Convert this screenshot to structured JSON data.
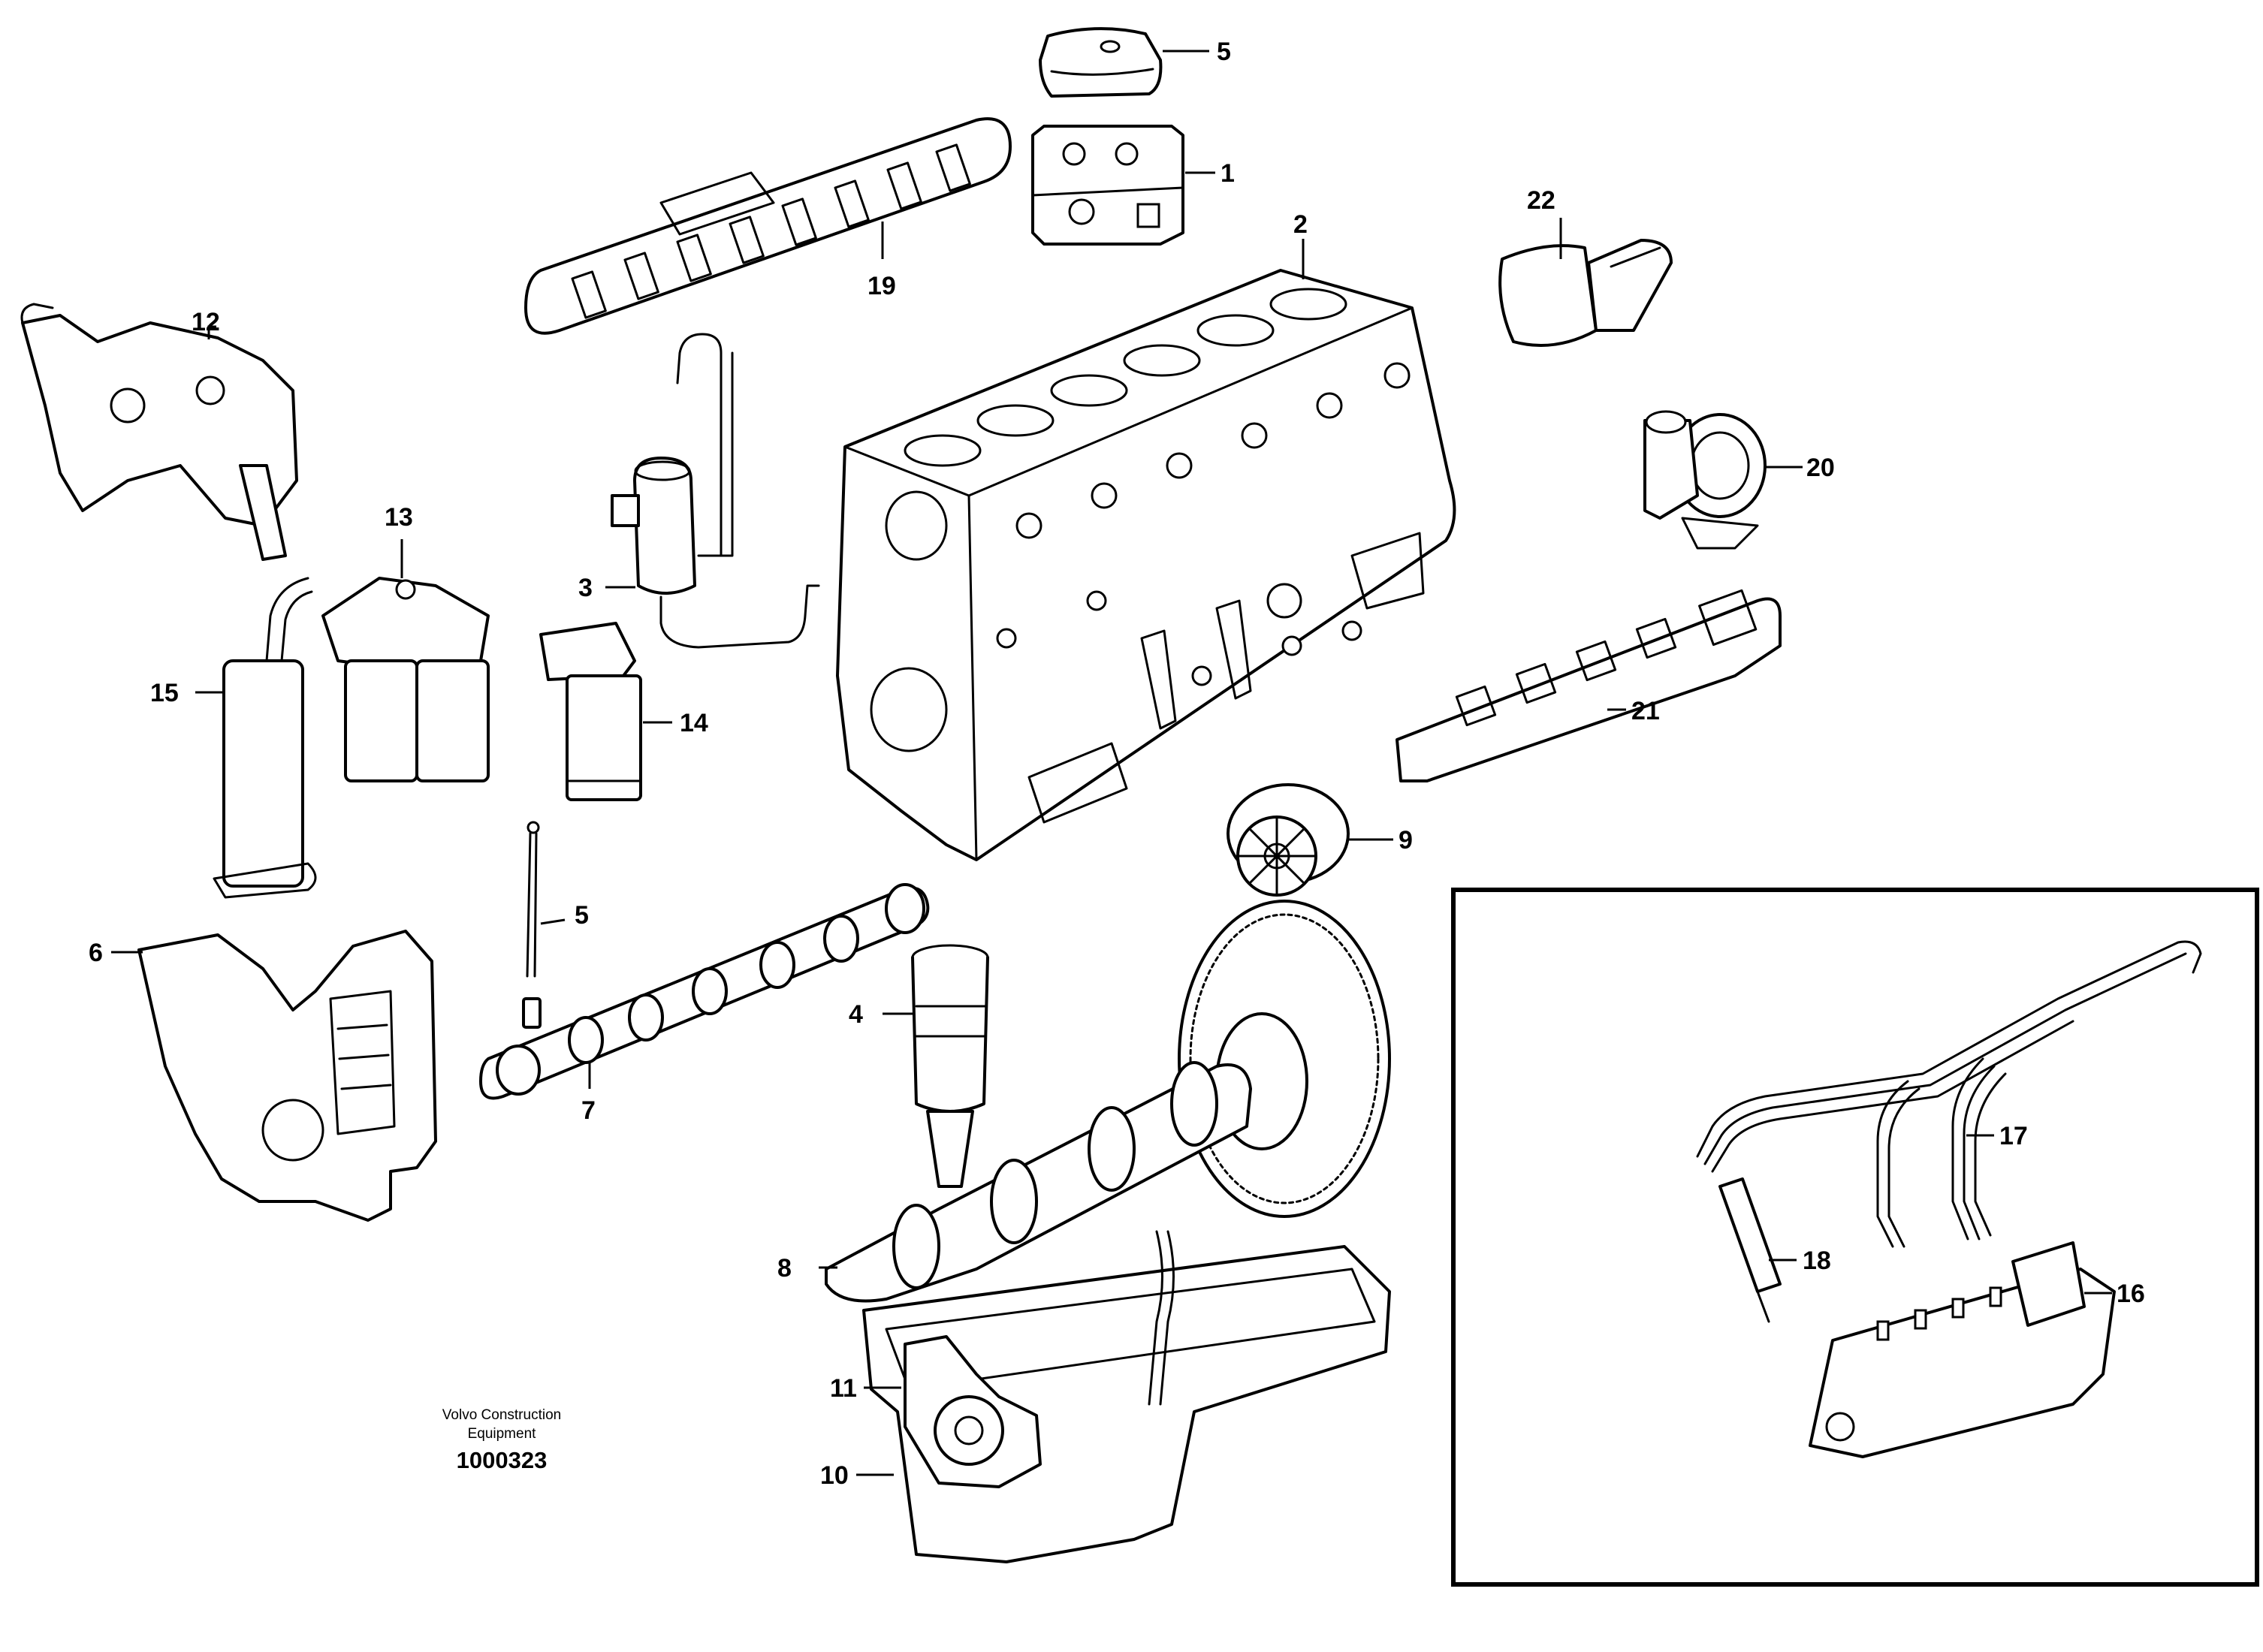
{
  "callouts": {
    "c1": "1",
    "c2": "2",
    "c3": "3",
    "c4": "4",
    "c5a": "5",
    "c5b": "5",
    "c6": "6",
    "c7": "7",
    "c8": "8",
    "c9": "9",
    "c10": "10",
    "c11": "11",
    "c12": "12",
    "c13": "13",
    "c14": "14",
    "c15": "15",
    "c16": "16",
    "c17": "17",
    "c18": "18",
    "c19": "19",
    "c20": "20",
    "c21": "21",
    "c22": "22"
  },
  "credit": {
    "line1": "Volvo Construction",
    "line2": "Equipment",
    "code": "1000323"
  }
}
